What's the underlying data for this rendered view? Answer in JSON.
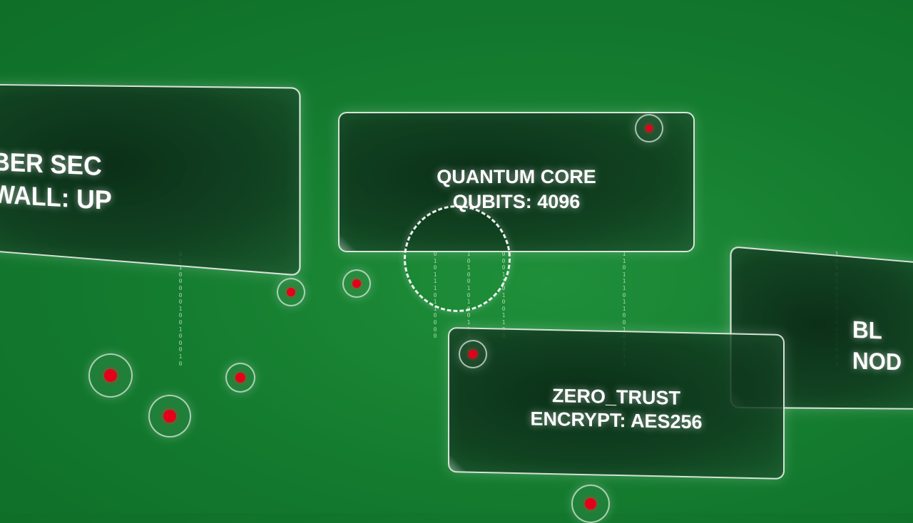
{
  "panels": {
    "left": {
      "line1": "BER SEC",
      "line2": "WALL: UP"
    },
    "quantum": {
      "line1": "QUANTUM CORE",
      "line2": "QUBITS: 4096"
    },
    "zero": {
      "line1": "ZERO_TRUST",
      "line2": "ENCRYPT: AES256"
    },
    "right": {
      "line1": "BL",
      "line2": "NOD"
    }
  },
  "binary_streams": {
    "s1": "01100000100100010",
    "s2": "0101110110000",
    "s3": "101001010011101",
    "s4": "0001101001100",
    "s5": "11011101100101011",
    "s6": "11101001010011011"
  },
  "colors": {
    "background": "#137a2e",
    "node_dot": "#e3001a",
    "panel_border": "#ebf5eb"
  }
}
